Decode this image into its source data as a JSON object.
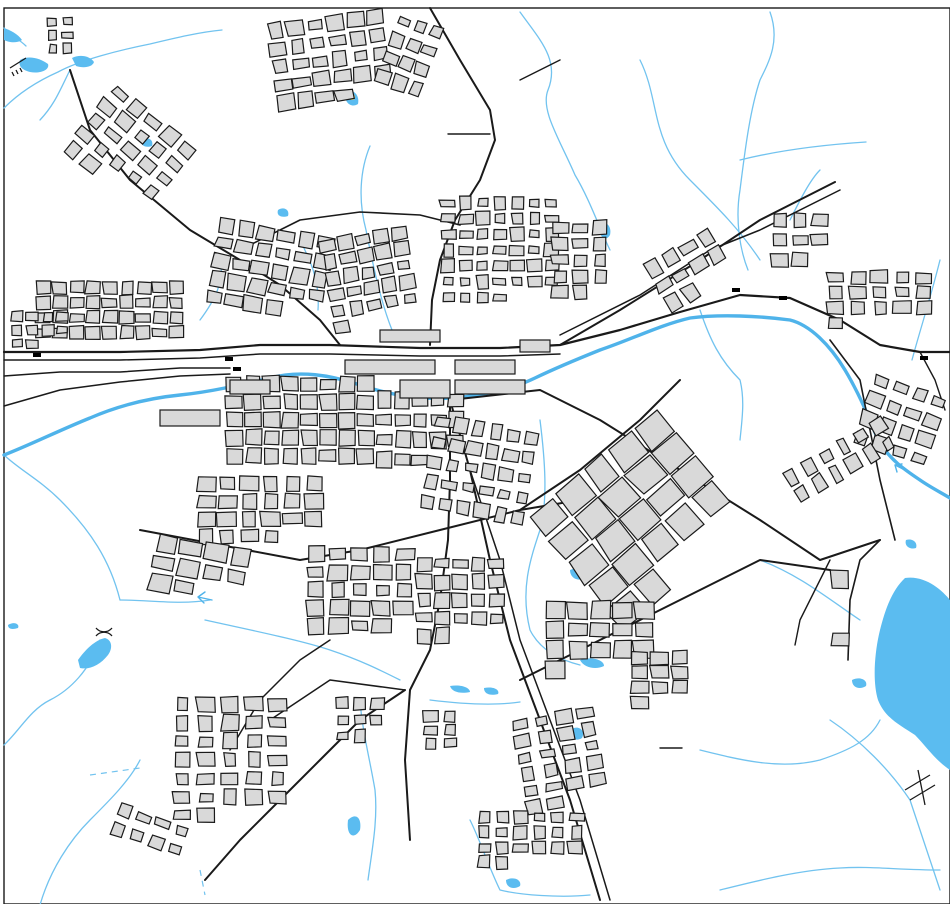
{
  "map": {
    "colors": {
      "background": "#ffffff",
      "water": "#5bbcf0",
      "river": "#4fb3ea",
      "stream": "#72c3ef",
      "block_fill": "#d9d9d9",
      "block_stroke": "#1a1a1a",
      "road": "#1a1a1a",
      "railway_marker": "#000000",
      "highlight_pond": "#e9e36b"
    },
    "features": {
      "rivers": [
        "main-river",
        "north-stream-1",
        "north-stream-2",
        "north-stream-3",
        "south-stream-1",
        "south-stream-2",
        "west-stream-1",
        "west-stream-2"
      ],
      "lakes": [
        "east-lake",
        "west-pond",
        "north-pond-1",
        "north-pond-2",
        "south-pond-1",
        "south-pond-2"
      ],
      "symbols": [
        "bridge-symbol-west",
        "flow-arrow-southwest",
        "flow-arrow-east",
        "rail-station-markers"
      ]
    }
  }
}
